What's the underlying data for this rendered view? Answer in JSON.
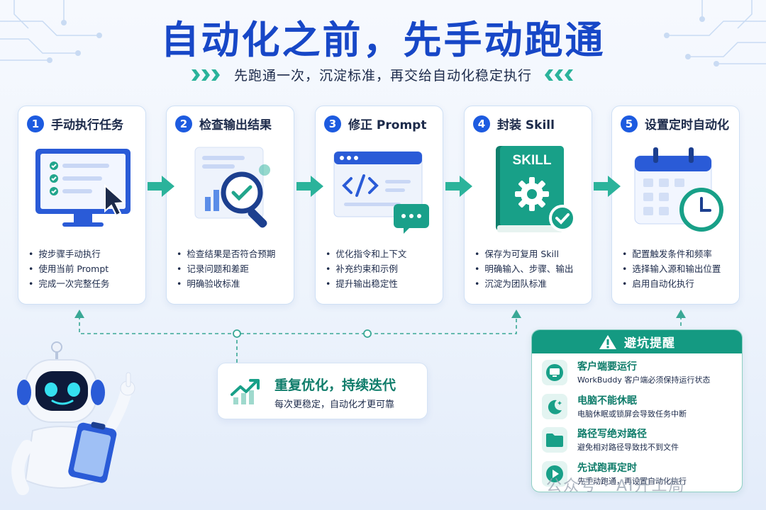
{
  "title": "自动化之前，先手动跑通",
  "subtitle": "先跑通一次，沉淀标准，再交给自动化稳定执行",
  "steps": [
    {
      "num": "1",
      "title": "手动执行任务",
      "bullets": [
        "按步骤手动执行",
        "使用当前 Prompt",
        "完成一次完整任务"
      ]
    },
    {
      "num": "2",
      "title": "检查输出结果",
      "bullets": [
        "检查结果是否符合预期",
        "记录问题和差距",
        "明确验收标准"
      ]
    },
    {
      "num": "3",
      "title": "修正 Prompt",
      "bullets": [
        "优化指令和上下文",
        "补充约束和示例",
        "提升输出稳定性"
      ]
    },
    {
      "num": "4",
      "title": "封装 Skill",
      "bullets": [
        "保存为可复用 Skill",
        "明确输入、步骤、输出",
        "沉淀为团队标准"
      ],
      "book_label": "SKILL"
    },
    {
      "num": "5",
      "title": "设置定时自动化",
      "bullets": [
        "配置触发条件和频率",
        "选择输入源和输出位置",
        "启用自动化执行"
      ]
    }
  ],
  "iterate": {
    "title": "重复优化，持续迭代",
    "desc": "每次更稳定，自动化才更可靠"
  },
  "warning": {
    "title": "避坑提醒",
    "items": [
      {
        "icon": "monitor-icon",
        "title": "客户端要运行",
        "desc": "WorkBuddy 客户端必须保持运行状态"
      },
      {
        "icon": "moon-icon",
        "title": "电脑不能休眠",
        "desc": "电脑休眠或锁屏会导致任务中断"
      },
      {
        "icon": "folder-icon",
        "title": "路径写绝对路径",
        "desc": "避免相对路径导致找不到文件"
      },
      {
        "icon": "play-icon",
        "title": "先试跑再定时",
        "desc": "先手动跑通，再设置自动化执行"
      }
    ]
  },
  "watermark": "公众号 · AI开工局",
  "colors": {
    "primary": "#1d5be0",
    "teal": "#149a82",
    "title": "#1747c7"
  }
}
